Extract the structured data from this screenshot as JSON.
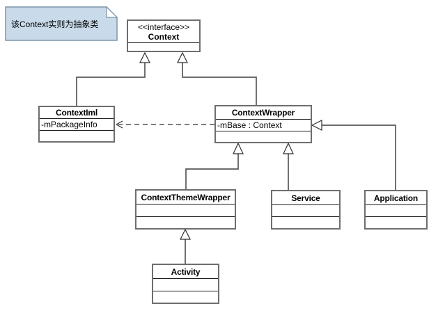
{
  "note": {
    "text": "该Context实则为抽象类"
  },
  "classes": {
    "context": {
      "stereotype": "<<interface>>",
      "name": "Context"
    },
    "context_iml": {
      "name": "ContextIml",
      "attribute": "-mPackageInfo"
    },
    "context_wrapper": {
      "name": "ContextWrapper",
      "attribute": "-mBase : Context"
    },
    "context_theme_wrapper": {
      "name": "ContextThemeWrapper"
    },
    "service": {
      "name": "Service"
    },
    "application": {
      "name": "Application"
    },
    "activity": {
      "name": "Activity"
    }
  },
  "relationships": [
    {
      "from": "ContextIml",
      "to": "Context",
      "type": "generalization"
    },
    {
      "from": "ContextWrapper",
      "to": "Context",
      "type": "generalization"
    },
    {
      "from": "ContextThemeWrapper",
      "to": "ContextWrapper",
      "type": "generalization"
    },
    {
      "from": "Service",
      "to": "ContextWrapper",
      "type": "generalization"
    },
    {
      "from": "Application",
      "to": "ContextWrapper",
      "type": "generalization"
    },
    {
      "from": "Activity",
      "to": "ContextThemeWrapper",
      "type": "generalization"
    },
    {
      "from": "ContextWrapper",
      "to": "ContextIml",
      "type": "dashed-dependency"
    }
  ],
  "colors": {
    "background": "#ffffff",
    "note_fill": "#c9dbeb",
    "note_border": "#7d95aa",
    "box_border": "#6e6e6e",
    "compartment_line": "#1a1a1a",
    "connector": "#575757",
    "dashed_line": "#2f2f2f"
  }
}
